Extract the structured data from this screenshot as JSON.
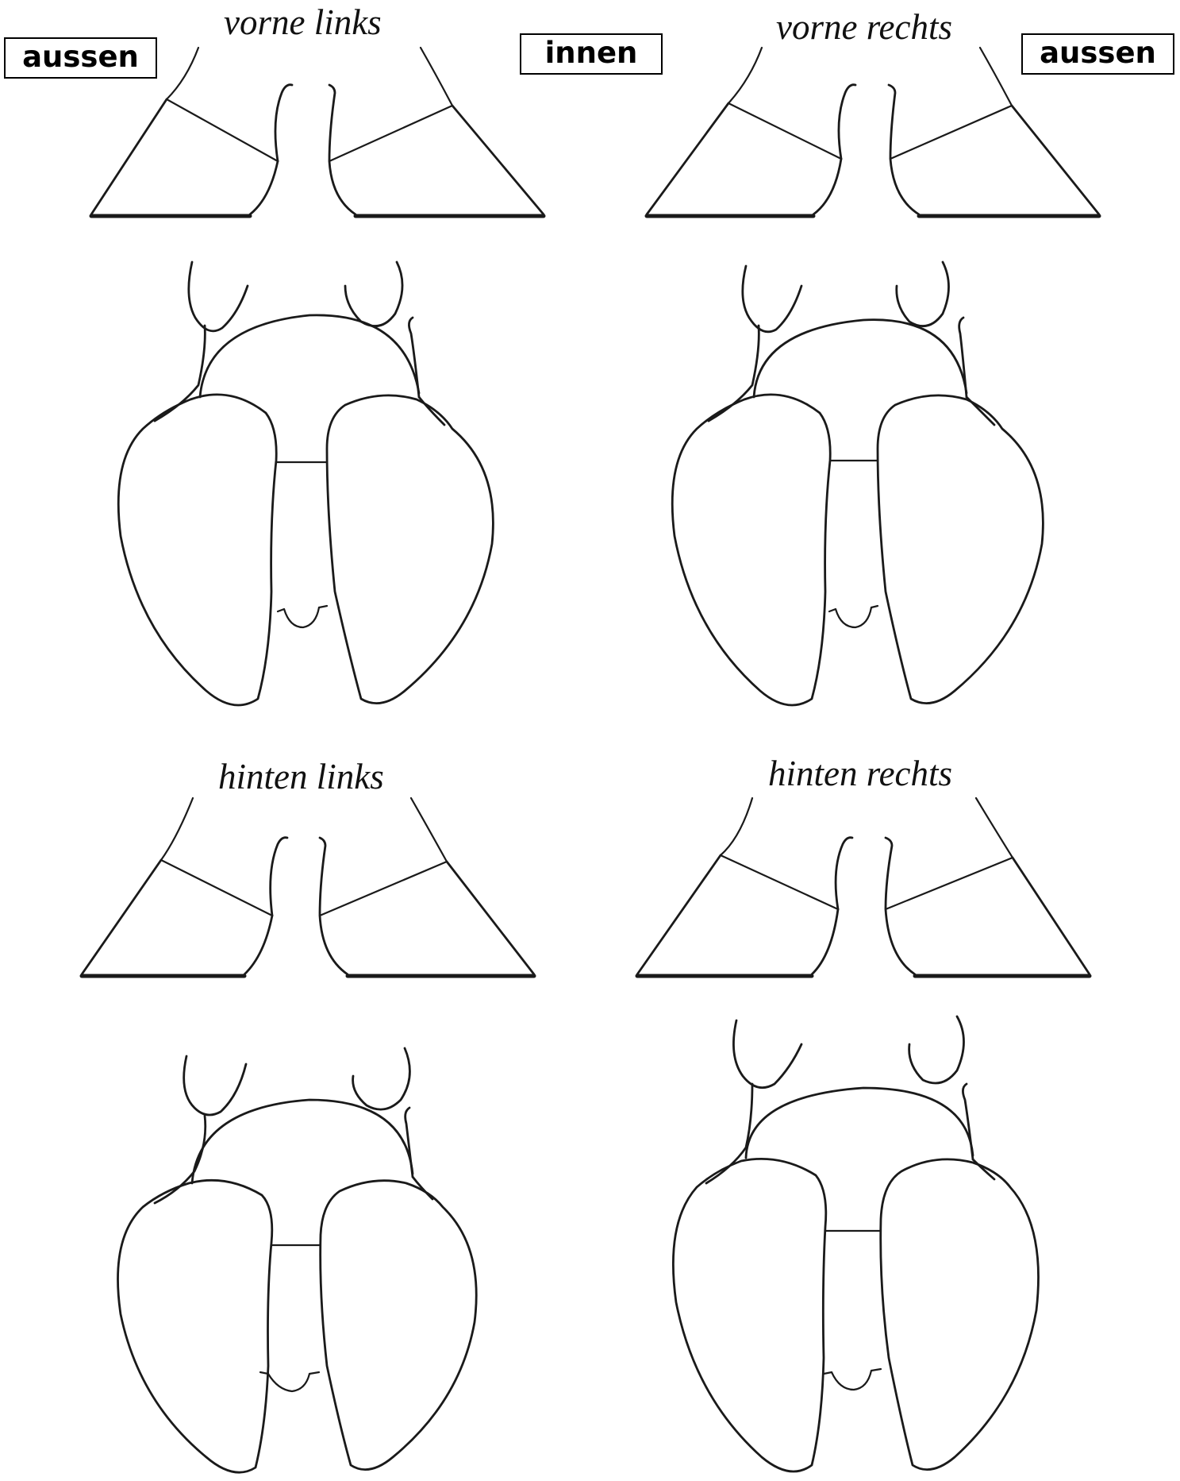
{
  "labels": {
    "outside_left": "aussen",
    "inside": "innen",
    "outside_right": "aussen"
  },
  "panels": [
    {
      "title": "vorne links"
    },
    {
      "title": "vorne rechts"
    },
    {
      "title": "hinten links"
    },
    {
      "title": "hinten rechts"
    }
  ]
}
